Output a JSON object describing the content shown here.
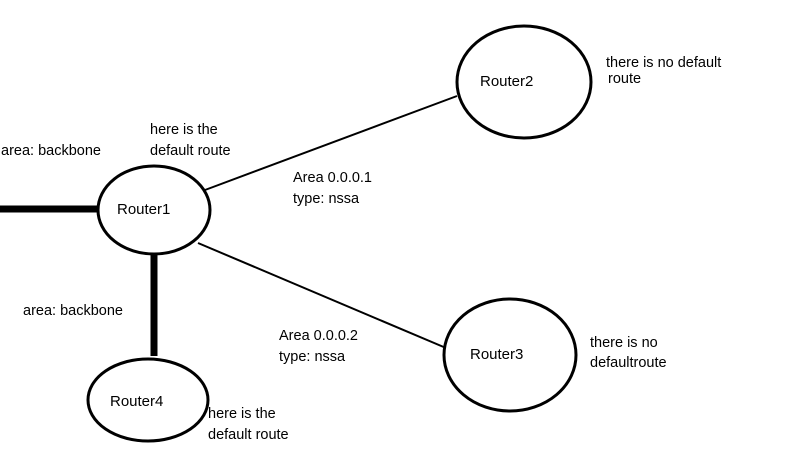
{
  "nodes": {
    "router1": "Router1",
    "router2": "Router2",
    "router3": "Router3",
    "router4": "Router4"
  },
  "links": {
    "backbone_left_label": "area: backbone",
    "backbone_down_label": "area: backbone",
    "area1_line1": "Area 0.0.0.1",
    "area1_line2": "type: nssa",
    "area2_line1": "Area 0.0.0.2",
    "area2_line2": "type: nssa"
  },
  "notes": {
    "router1_line1": "here is the",
    "router1_line2": "default route",
    "router2_line1": "there is no default",
    "router2_line2": "route",
    "router3_line1": "there is no",
    "router3_line2": "defaultroute",
    "router4_line1": "here is the",
    "router4_line2": "default route"
  }
}
